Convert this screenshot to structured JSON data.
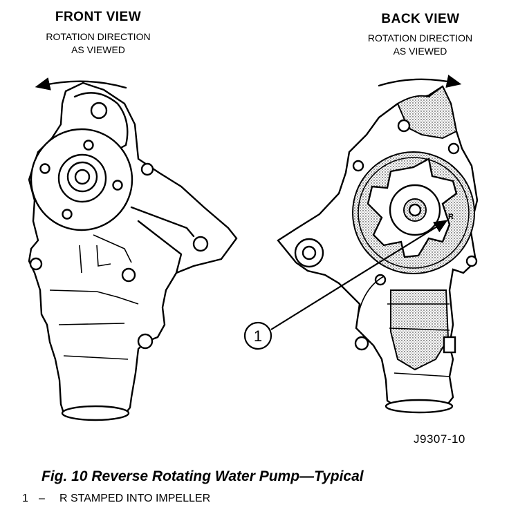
{
  "front_view": {
    "title": "FRONT VIEW",
    "subtitle_line1": "ROTATION DIRECTION",
    "subtitle_line2": "AS VIEWED"
  },
  "back_view": {
    "title": "BACK VIEW",
    "subtitle_line1": "ROTATION DIRECTION",
    "subtitle_line2": "AS VIEWED"
  },
  "callout": {
    "number": "1",
    "stamp_letter": "R"
  },
  "figure_id": "J9307-10",
  "caption": "Fig. 10 Reverse Rotating Water Pump—Typical",
  "legend": {
    "number": "1",
    "separator": "–",
    "text": "R STAMPED INTO IMPELLER"
  }
}
